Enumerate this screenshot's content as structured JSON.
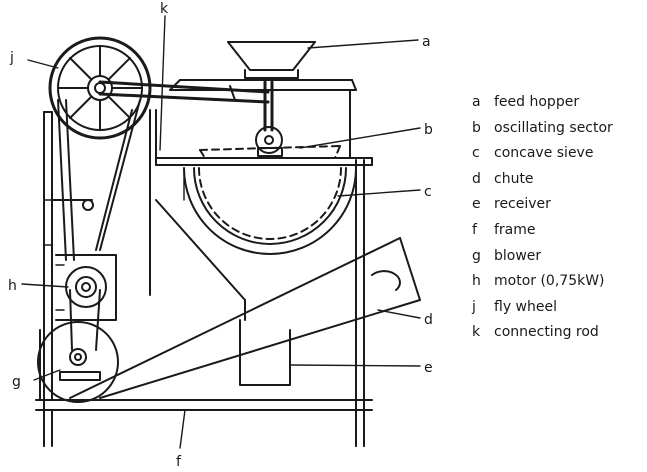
{
  "callouts": {
    "a": "a",
    "b": "b",
    "c": "c",
    "d": "d",
    "e": "e",
    "f": "f",
    "g": "g",
    "h": "h",
    "j": "j",
    "k": "k"
  },
  "legend": [
    {
      "key": "a",
      "text": "feed hopper"
    },
    {
      "key": "b",
      "text": "oscillating sector"
    },
    {
      "key": "c",
      "text": "concave sieve"
    },
    {
      "key": "d",
      "text": "chute"
    },
    {
      "key": "e",
      "text": "receiver"
    },
    {
      "key": "f",
      "text": "frame"
    },
    {
      "key": "g",
      "text": "blower"
    },
    {
      "key": "h",
      "text": "motor (0,75kW)"
    },
    {
      "key": "j",
      "text": "fly wheel"
    },
    {
      "key": "k",
      "text": "connecting rod"
    }
  ]
}
